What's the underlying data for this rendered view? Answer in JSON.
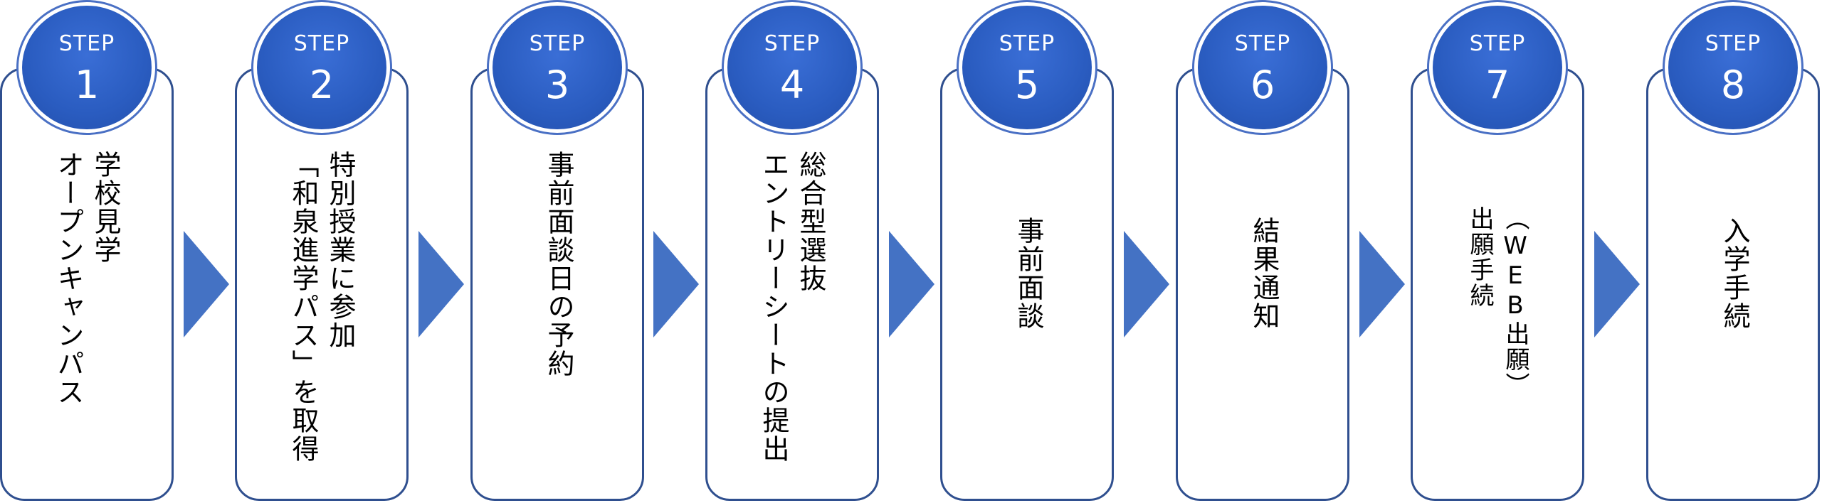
{
  "steps": [
    {
      "label": "STEP",
      "number": "1",
      "text": "学校見学\nオープンキャンパス"
    },
    {
      "label": "STEP",
      "number": "2",
      "text": "特別授業に参加\n「和泉進学パス」を取得"
    },
    {
      "label": "STEP",
      "number": "3",
      "text": "事前面談日の予約"
    },
    {
      "label": "STEP",
      "number": "4",
      "text": "総合型選抜\nエントリーシートの提出"
    },
    {
      "label": "STEP",
      "number": "5",
      "text": "事前面談"
    },
    {
      "label": "STEP",
      "number": "6",
      "text": "結果通知"
    },
    {
      "label": "STEP",
      "number": "7",
      "text": "（WEB出願）\n出願手続"
    },
    {
      "label": "STEP",
      "number": "8",
      "text": "入学手続"
    }
  ],
  "colors": {
    "badge": "#2a5cc0",
    "arrow": "#4472c4",
    "border": "#2f4f8f"
  },
  "icons": {
    "connector": "right-arrow-icon"
  }
}
